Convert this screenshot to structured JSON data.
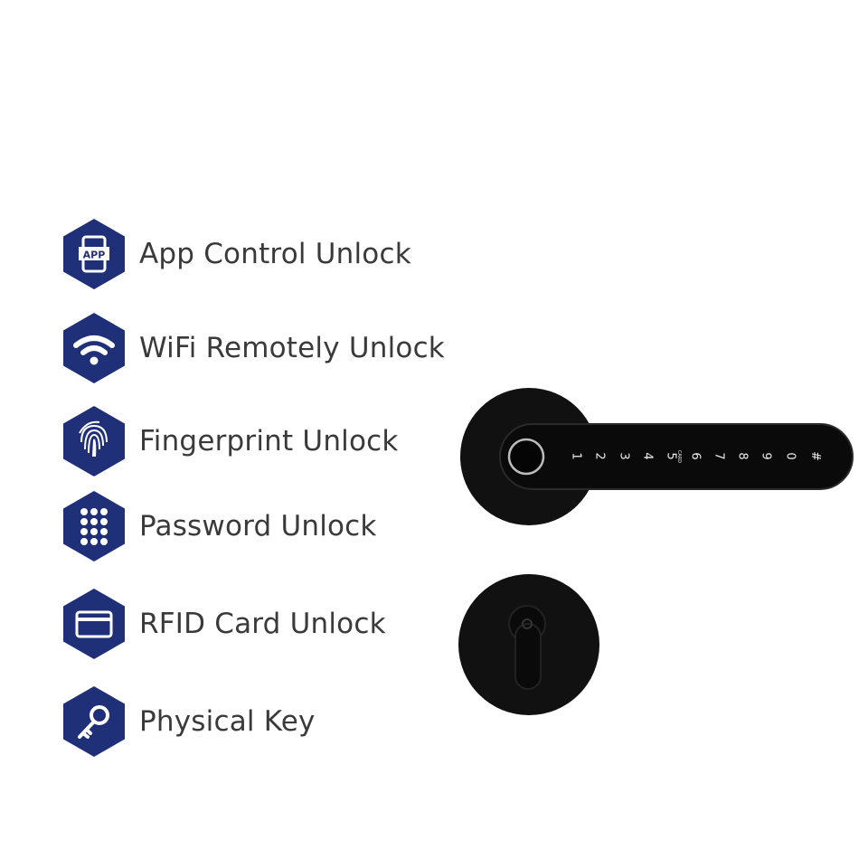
{
  "features": [
    {
      "label": "App Control Unlock",
      "icon": "app-phone-icon",
      "icon_text": "APP"
    },
    {
      "label": "WiFi Remotely Unlock",
      "icon": "wifi-icon"
    },
    {
      "label": "Fingerprint Unlock",
      "icon": "fingerprint-icon"
    },
    {
      "label": "Password Unlock",
      "icon": "keypad-icon"
    },
    {
      "label": "RFID Card Unlock",
      "icon": "card-icon"
    },
    {
      "label": "Physical Key",
      "icon": "key-icon"
    }
  ],
  "colors": {
    "hex_badge": "#1f2f78",
    "text": "#3a3a3a",
    "lock_body": "#0d0d0d"
  },
  "lock": {
    "keys": [
      "1",
      "2",
      "3",
      "4",
      "5",
      "6",
      "7",
      "8",
      "9",
      "0",
      "#"
    ],
    "card_mark": "CARD"
  }
}
